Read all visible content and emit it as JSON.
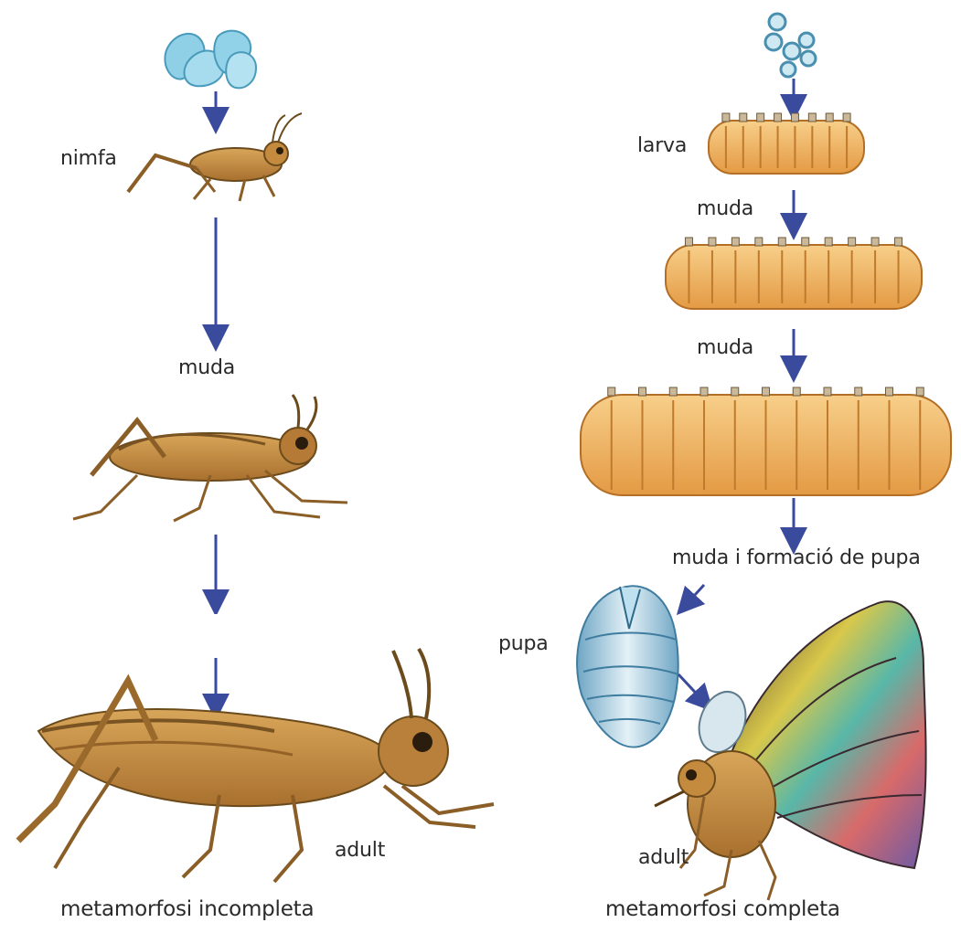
{
  "diagram": {
    "left_panel": {
      "labels": {
        "nymph": "nimfa",
        "molt": "muda",
        "adult": "adult",
        "caption": "metamorfosi incompleta"
      }
    },
    "right_panel": {
      "labels": {
        "larva": "larva",
        "molt_1": "muda",
        "molt_2": "muda",
        "molt_pupa": "muda i formació de pupa",
        "pupa": "pupa",
        "adult": "adult",
        "caption": "metamorfosi completa"
      }
    },
    "colors": {
      "arrow": "#3a4a9c",
      "egg": "#7fc6e0",
      "insect_body": "#c89448",
      "larva_body": "#f2b766",
      "pupa_body": "#9cc9dc"
    }
  }
}
